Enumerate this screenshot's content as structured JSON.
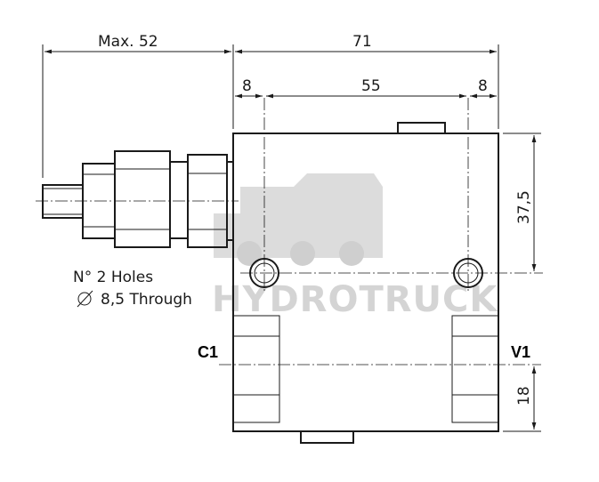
{
  "dimensions": {
    "max_length": "Max. 52",
    "overall_width": "71",
    "left_hole_offset": "8",
    "hole_spacing": "55",
    "right_hole_offset": "8",
    "hole_height": "37,5",
    "port_height": "18"
  },
  "note": {
    "line1": "N° 2 Holes",
    "line2": "8,5 Through",
    "diameter_symbol": "diameter-icon"
  },
  "ports": {
    "left": "C1",
    "right": "V1"
  },
  "watermark": "HYDROTRUCK"
}
